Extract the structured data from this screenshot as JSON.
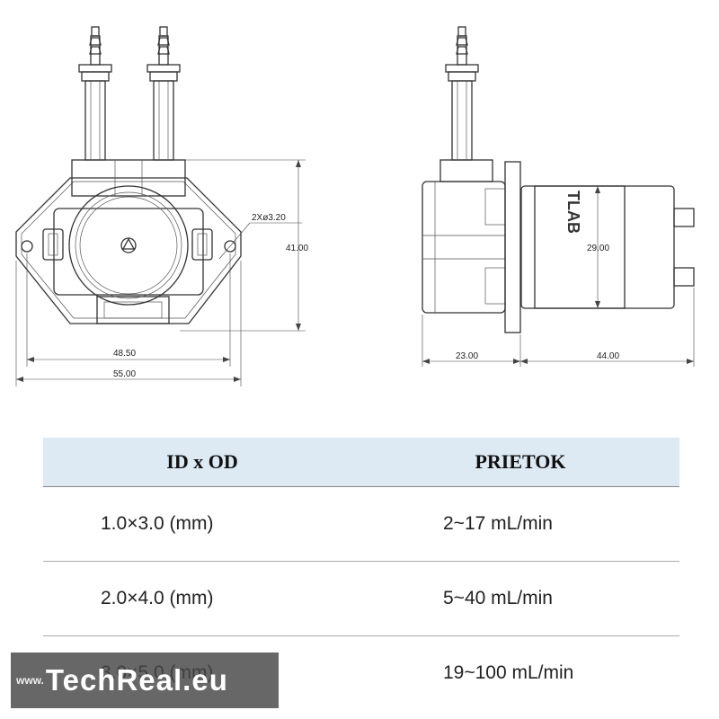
{
  "drawing": {
    "front_view": {
      "hole_callout": "2Xø3.20",
      "height_dim": "41.00",
      "inner_width_dim": "48.50",
      "outer_width_dim": "55.00"
    },
    "side_view": {
      "brand_text": "TLAB",
      "motor_diameter_dim": "29.00",
      "pump_head_depth_dim": "23.00",
      "motor_length_dim": "44.00"
    }
  },
  "spec_table": {
    "headers": [
      "ID x OD",
      "PRIETOK"
    ],
    "rows": [
      [
        "1.0×3.0 (mm)",
        "2~17 mL/min"
      ],
      [
        "2.0×4.0 (mm)",
        "5~40 mL/min"
      ],
      [
        "3.0×5.0 (mm)",
        "19~100 mL/min"
      ]
    ],
    "header_bg": "#dde9f3"
  },
  "watermark": {
    "prefix": "www.",
    "brand": "TechReal.eu"
  }
}
